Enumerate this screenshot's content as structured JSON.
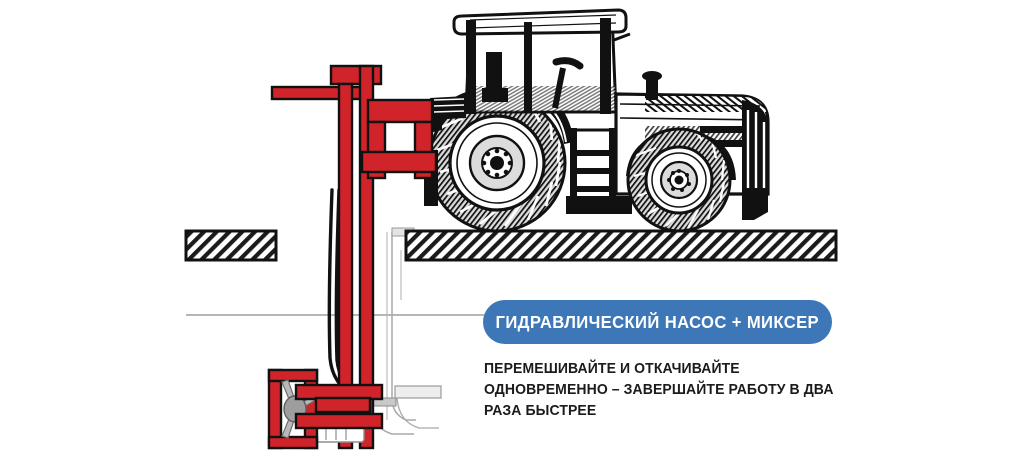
{
  "illustration": {
    "title": "Трактор с гидравлическим насосом-миксером",
    "machine_name": "tractor",
    "attachment_name": "hydraulic-pump-mixer",
    "colors": {
      "red": "#d1232a",
      "red_dark": "#b01a22",
      "ink": "#111111",
      "blue": "#3d77b8",
      "grey_line": "#9a9a9a",
      "background": "#ffffff"
    }
  },
  "callout": {
    "badge_label": "ГИДРАВЛИЧЕСКИЙ НАСОС + МИКСЕР",
    "description_lines": [
      "ПЕРЕМЕШИВАЙТЕ И ОТКАЧИВАЙТЕ",
      "ОДНОВРЕМЕННО – ЗАВЕРШАЙТЕ РАБОТУ В ДВА",
      "РАЗА БЫСТРЕЕ"
    ]
  },
  "scene_parts": {
    "ground_left_label": "ground-hatch-left",
    "ground_right_label": "ground-hatch-right",
    "liquid_level_label": "liquid-level-line",
    "discharge_pipe_label": "discharge-pipe",
    "propeller_label": "mixer-propeller",
    "mast_label": "red-mast",
    "boom_label": "red-boom-arm",
    "hitch_frame_label": "red-hitch-frame",
    "hose_label": "hydraulic-hose"
  }
}
